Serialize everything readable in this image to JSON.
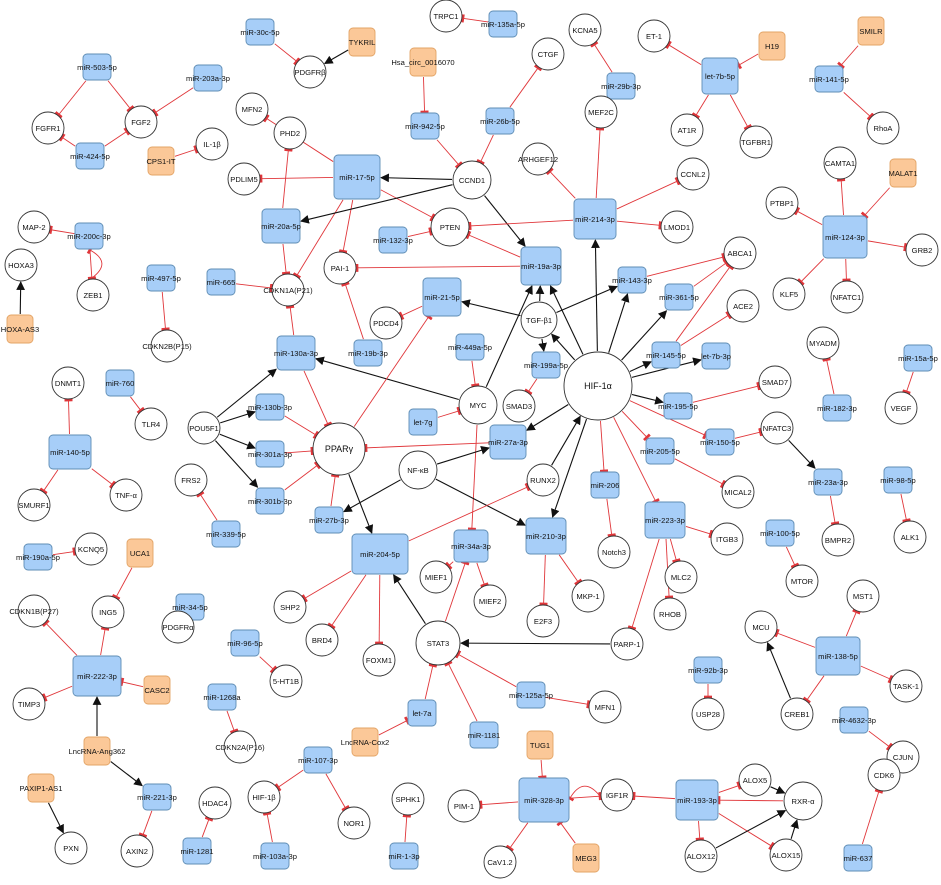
{
  "nodes": [
    {
      "id": "miR-503-5p",
      "t": "m"
    },
    {
      "id": "miR-203a-3p",
      "t": "m"
    },
    {
      "id": "miR-424-5p",
      "t": "m"
    },
    {
      "id": "FGFR1",
      "t": "g"
    },
    {
      "id": "FGF2",
      "t": "g"
    },
    {
      "id": "miR-30c-5p",
      "t": "m"
    },
    {
      "id": "TYKRIL",
      "t": "l"
    },
    {
      "id": "PDGFRβ",
      "t": "g"
    },
    {
      "id": "TRPC1",
      "t": "g"
    },
    {
      "id": "miR-135a-5p",
      "t": "m"
    },
    {
      "id": "Hsa_circ_0016070",
      "t": "l"
    },
    {
      "id": "KCNA5",
      "t": "g"
    },
    {
      "id": "miR-29b-3p",
      "t": "m"
    },
    {
      "id": "ET-1",
      "t": "g"
    },
    {
      "id": "H19",
      "t": "l"
    },
    {
      "id": "let-7b-5p",
      "t": "m"
    },
    {
      "id": "AT1R",
      "t": "g"
    },
    {
      "id": "TGFBR1",
      "t": "g"
    },
    {
      "id": "SMILR",
      "t": "l"
    },
    {
      "id": "miR-141-5p",
      "t": "m"
    },
    {
      "id": "RhoA",
      "t": "g"
    },
    {
      "id": "CTGF",
      "t": "g"
    },
    {
      "id": "miR-942-5p",
      "t": "m"
    },
    {
      "id": "miR-26b-5p",
      "t": "m"
    },
    {
      "id": "MEF2C",
      "t": "g"
    },
    {
      "id": "CCND1",
      "t": "g"
    },
    {
      "id": "IL-1β",
      "t": "g"
    },
    {
      "id": "CPS1-IT",
      "t": "l"
    },
    {
      "id": "MFN2",
      "t": "g"
    },
    {
      "id": "PHD2",
      "t": "g"
    },
    {
      "id": "PDLIM5",
      "t": "g"
    },
    {
      "id": "miR-17-5p",
      "t": "m"
    },
    {
      "id": "ARHGEF12",
      "t": "g"
    },
    {
      "id": "CCNL2",
      "t": "g"
    },
    {
      "id": "CAMTA1",
      "t": "g"
    },
    {
      "id": "MALAT1",
      "t": "l"
    },
    {
      "id": "PTBP1",
      "t": "g"
    },
    {
      "id": "miR-124-3p",
      "t": "m"
    },
    {
      "id": "GRB2",
      "t": "g"
    },
    {
      "id": "KLF5",
      "t": "g"
    },
    {
      "id": "NFATC1",
      "t": "g"
    },
    {
      "id": "miR-214-3p",
      "t": "m"
    },
    {
      "id": "LMOD1",
      "t": "g"
    },
    {
      "id": "MAP-2",
      "t": "g"
    },
    {
      "id": "miR-200c-3p",
      "t": "m"
    },
    {
      "id": "ZEB1",
      "t": "g"
    },
    {
      "id": "miR-20a-5p",
      "t": "m"
    },
    {
      "id": "PTEN",
      "t": "g"
    },
    {
      "id": "miR-132-3p",
      "t": "m"
    },
    {
      "id": "ABCA1",
      "t": "g"
    },
    {
      "id": "miR-19a-3p",
      "t": "m"
    },
    {
      "id": "PAI-1",
      "t": "g"
    },
    {
      "id": "miR-497-5p",
      "t": "m"
    },
    {
      "id": "HOXA3",
      "t": "g"
    },
    {
      "id": "miR-665",
      "t": "m"
    },
    {
      "id": "CDKN1A(P21)",
      "t": "g"
    },
    {
      "id": "miR-21-5p",
      "t": "m"
    },
    {
      "id": "miR-143-3p",
      "t": "m"
    },
    {
      "id": "ACE2",
      "t": "g"
    },
    {
      "id": "CDKN2B(P15)",
      "t": "g"
    },
    {
      "id": "PDCD4",
      "t": "g"
    },
    {
      "id": "TGF-β1",
      "t": "g"
    },
    {
      "id": "miR-361-5p",
      "t": "m"
    },
    {
      "id": "HOXA-AS3",
      "t": "l"
    },
    {
      "id": "miR-130a-3p",
      "t": "m"
    },
    {
      "id": "miR-19b-3p",
      "t": "m"
    },
    {
      "id": "miR-449a-5p",
      "t": "m"
    },
    {
      "id": "MYADM",
      "t": "g"
    },
    {
      "id": "miR-15a-5p",
      "t": "m"
    },
    {
      "id": "miR-145-5p",
      "t": "m"
    },
    {
      "id": "let-7b-3p",
      "t": "m"
    },
    {
      "id": "miR-199a-5p",
      "t": "m"
    },
    {
      "id": "DNMT1",
      "t": "g"
    },
    {
      "id": "miR-760",
      "t": "m"
    },
    {
      "id": "HIF-1α",
      "t": "g"
    },
    {
      "id": "SMAD7",
      "t": "g"
    },
    {
      "id": "miR-182-3p",
      "t": "m"
    },
    {
      "id": "VEGF",
      "t": "g"
    },
    {
      "id": "SMAD3",
      "t": "g"
    },
    {
      "id": "miR-130b-3p",
      "t": "m"
    },
    {
      "id": "MYC",
      "t": "g"
    },
    {
      "id": "miR-195-5p",
      "t": "m"
    },
    {
      "id": "TLR4",
      "t": "g"
    },
    {
      "id": "let-7g",
      "t": "m"
    },
    {
      "id": "POU5F1",
      "t": "g"
    },
    {
      "id": "NFATC3",
      "t": "g"
    },
    {
      "id": "miR-150-5p",
      "t": "m"
    },
    {
      "id": "miR-140-5p",
      "t": "m"
    },
    {
      "id": "miR-301a-3p",
      "t": "m"
    },
    {
      "id": "PPARγ",
      "t": "g"
    },
    {
      "id": "miR-27a-3p",
      "t": "m"
    },
    {
      "id": "miR-205-5p",
      "t": "m"
    },
    {
      "id": "NF-κB",
      "t": "g"
    },
    {
      "id": "MICAL2",
      "t": "g"
    },
    {
      "id": "miR-23a-3p",
      "t": "m"
    },
    {
      "id": "miR-98-5p",
      "t": "m"
    },
    {
      "id": "SMURF1",
      "t": "g"
    },
    {
      "id": "TNF-α",
      "t": "g"
    },
    {
      "id": "FRS2",
      "t": "g"
    },
    {
      "id": "RUNX2",
      "t": "g"
    },
    {
      "id": "miR-206",
      "t": "m"
    },
    {
      "id": "miR-301b-3p",
      "t": "m"
    },
    {
      "id": "miR-223-3p",
      "t": "m"
    },
    {
      "id": "miR-27b-3p",
      "t": "m"
    },
    {
      "id": "ITGB3",
      "t": "g"
    },
    {
      "id": "miR-100-5p",
      "t": "m"
    },
    {
      "id": "BMPR2",
      "t": "g"
    },
    {
      "id": "ALK1",
      "t": "g"
    },
    {
      "id": "miR-339-5p",
      "t": "m"
    },
    {
      "id": "KCNQ5",
      "t": "g"
    },
    {
      "id": "UCA1",
      "t": "l"
    },
    {
      "id": "miR-190a-5p",
      "t": "m"
    },
    {
      "id": "miR-204-5p",
      "t": "m"
    },
    {
      "id": "miR-34a-3p",
      "t": "m"
    },
    {
      "id": "miR-210-3p",
      "t": "m"
    },
    {
      "id": "Notch3",
      "t": "g"
    },
    {
      "id": "MLC2",
      "t": "g"
    },
    {
      "id": "MTOR",
      "t": "g"
    },
    {
      "id": "ING5",
      "t": "g"
    },
    {
      "id": "MIEF1",
      "t": "g"
    },
    {
      "id": "CDKN1B(P27)",
      "t": "g"
    },
    {
      "id": "miR-34-5p",
      "t": "m"
    },
    {
      "id": "MIEF2",
      "t": "g"
    },
    {
      "id": "MKP-1",
      "t": "g"
    },
    {
      "id": "SHP2",
      "t": "g"
    },
    {
      "id": "PDGFRα",
      "t": "g"
    },
    {
      "id": "E2F3",
      "t": "g"
    },
    {
      "id": "RHOB",
      "t": "g"
    },
    {
      "id": "MST1",
      "t": "g"
    },
    {
      "id": "BRD4",
      "t": "g"
    },
    {
      "id": "miR-96-5p",
      "t": "m"
    },
    {
      "id": "MCU",
      "t": "g"
    },
    {
      "id": "miR-222-3p",
      "t": "m"
    },
    {
      "id": "FOXM1",
      "t": "g"
    },
    {
      "id": "STAT3",
      "t": "g"
    },
    {
      "id": "PARP-1",
      "t": "g"
    },
    {
      "id": "miR-138-5p",
      "t": "m"
    },
    {
      "id": "5-HT1B",
      "t": "g"
    },
    {
      "id": "miR-92b-3p",
      "t": "m"
    },
    {
      "id": "CASC2",
      "t": "l"
    },
    {
      "id": "TIMP3",
      "t": "g"
    },
    {
      "id": "miR-125a-5p",
      "t": "m"
    },
    {
      "id": "MFN1",
      "t": "g"
    },
    {
      "id": "TASK-1",
      "t": "g"
    },
    {
      "id": "USP28",
      "t": "g"
    },
    {
      "id": "miR-1268a",
      "t": "m"
    },
    {
      "id": "let-7a",
      "t": "m"
    },
    {
      "id": "CREB1",
      "t": "g"
    },
    {
      "id": "LncRNA-Cox2",
      "t": "l"
    },
    {
      "id": "miR-4632-3p",
      "t": "m"
    },
    {
      "id": "CDKN2A(P16)",
      "t": "g"
    },
    {
      "id": "miR-1181",
      "t": "m"
    },
    {
      "id": "LncRNA-Ang362",
      "t": "l"
    },
    {
      "id": "TUG1",
      "t": "l"
    },
    {
      "id": "CJUN",
      "t": "g"
    },
    {
      "id": "ALOX5",
      "t": "g"
    },
    {
      "id": "miR-107-3p",
      "t": "m"
    },
    {
      "id": "PAXIP1-AS1",
      "t": "l"
    },
    {
      "id": "miR-221-3p",
      "t": "m"
    },
    {
      "id": "CDK6",
      "t": "g"
    },
    {
      "id": "IGF1R",
      "t": "g"
    },
    {
      "id": "HDAC4",
      "t": "g"
    },
    {
      "id": "HIF-1β",
      "t": "g"
    },
    {
      "id": "SPHK1",
      "t": "g"
    },
    {
      "id": "PIM-1",
      "t": "g"
    },
    {
      "id": "miR-328-3p",
      "t": "m"
    },
    {
      "id": "miR-193-3p",
      "t": "m"
    },
    {
      "id": "RXR-α",
      "t": "g"
    },
    {
      "id": "NOR1",
      "t": "g"
    },
    {
      "id": "ALOX12",
      "t": "g"
    },
    {
      "id": "ALOX15",
      "t": "g"
    },
    {
      "id": "PXN",
      "t": "g"
    },
    {
      "id": "AXIN2",
      "t": "g"
    },
    {
      "id": "miR-1281",
      "t": "m"
    },
    {
      "id": "miR-103a-3p",
      "t": "m"
    },
    {
      "id": "miR-1-3p",
      "t": "m"
    },
    {
      "id": "CaV1.2",
      "t": "g"
    },
    {
      "id": "MEG3",
      "t": "l"
    },
    {
      "id": "miR-637",
      "t": "m"
    }
  ],
  "colors": {
    "mirna_fill": "#a7cef8",
    "mirna_stroke": "#5f8db4",
    "lnc_fill": "#fbc898",
    "lnc_stroke": "#e3a466",
    "gene_fill": "#ffffff",
    "gene_stroke": "#333333",
    "inhibit": "#e0363a",
    "activate": "#111111"
  }
}
